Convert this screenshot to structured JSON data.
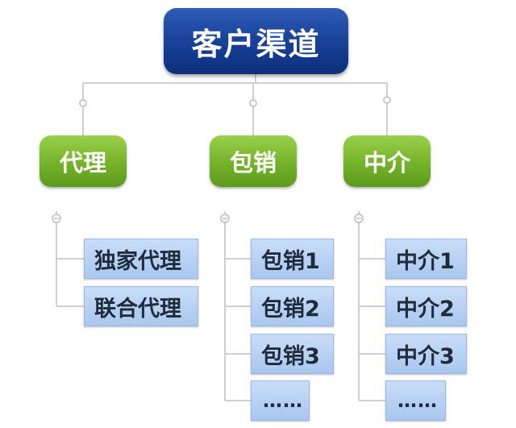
{
  "root": {
    "label": "客户渠道"
  },
  "branches": [
    {
      "label": "代理",
      "items": [
        "独家代理",
        "联合代理"
      ]
    },
    {
      "label": "包销",
      "items": [
        "包销1",
        "包销2",
        "包销3",
        "……"
      ]
    },
    {
      "label": "中介",
      "items": [
        "中介1",
        "中介2",
        "中介3",
        "……"
      ]
    }
  ],
  "colors": {
    "root": "#163f96",
    "branch": "#74b22a",
    "leaf": "#b9d2f3",
    "connector": "#c8c8c8"
  }
}
